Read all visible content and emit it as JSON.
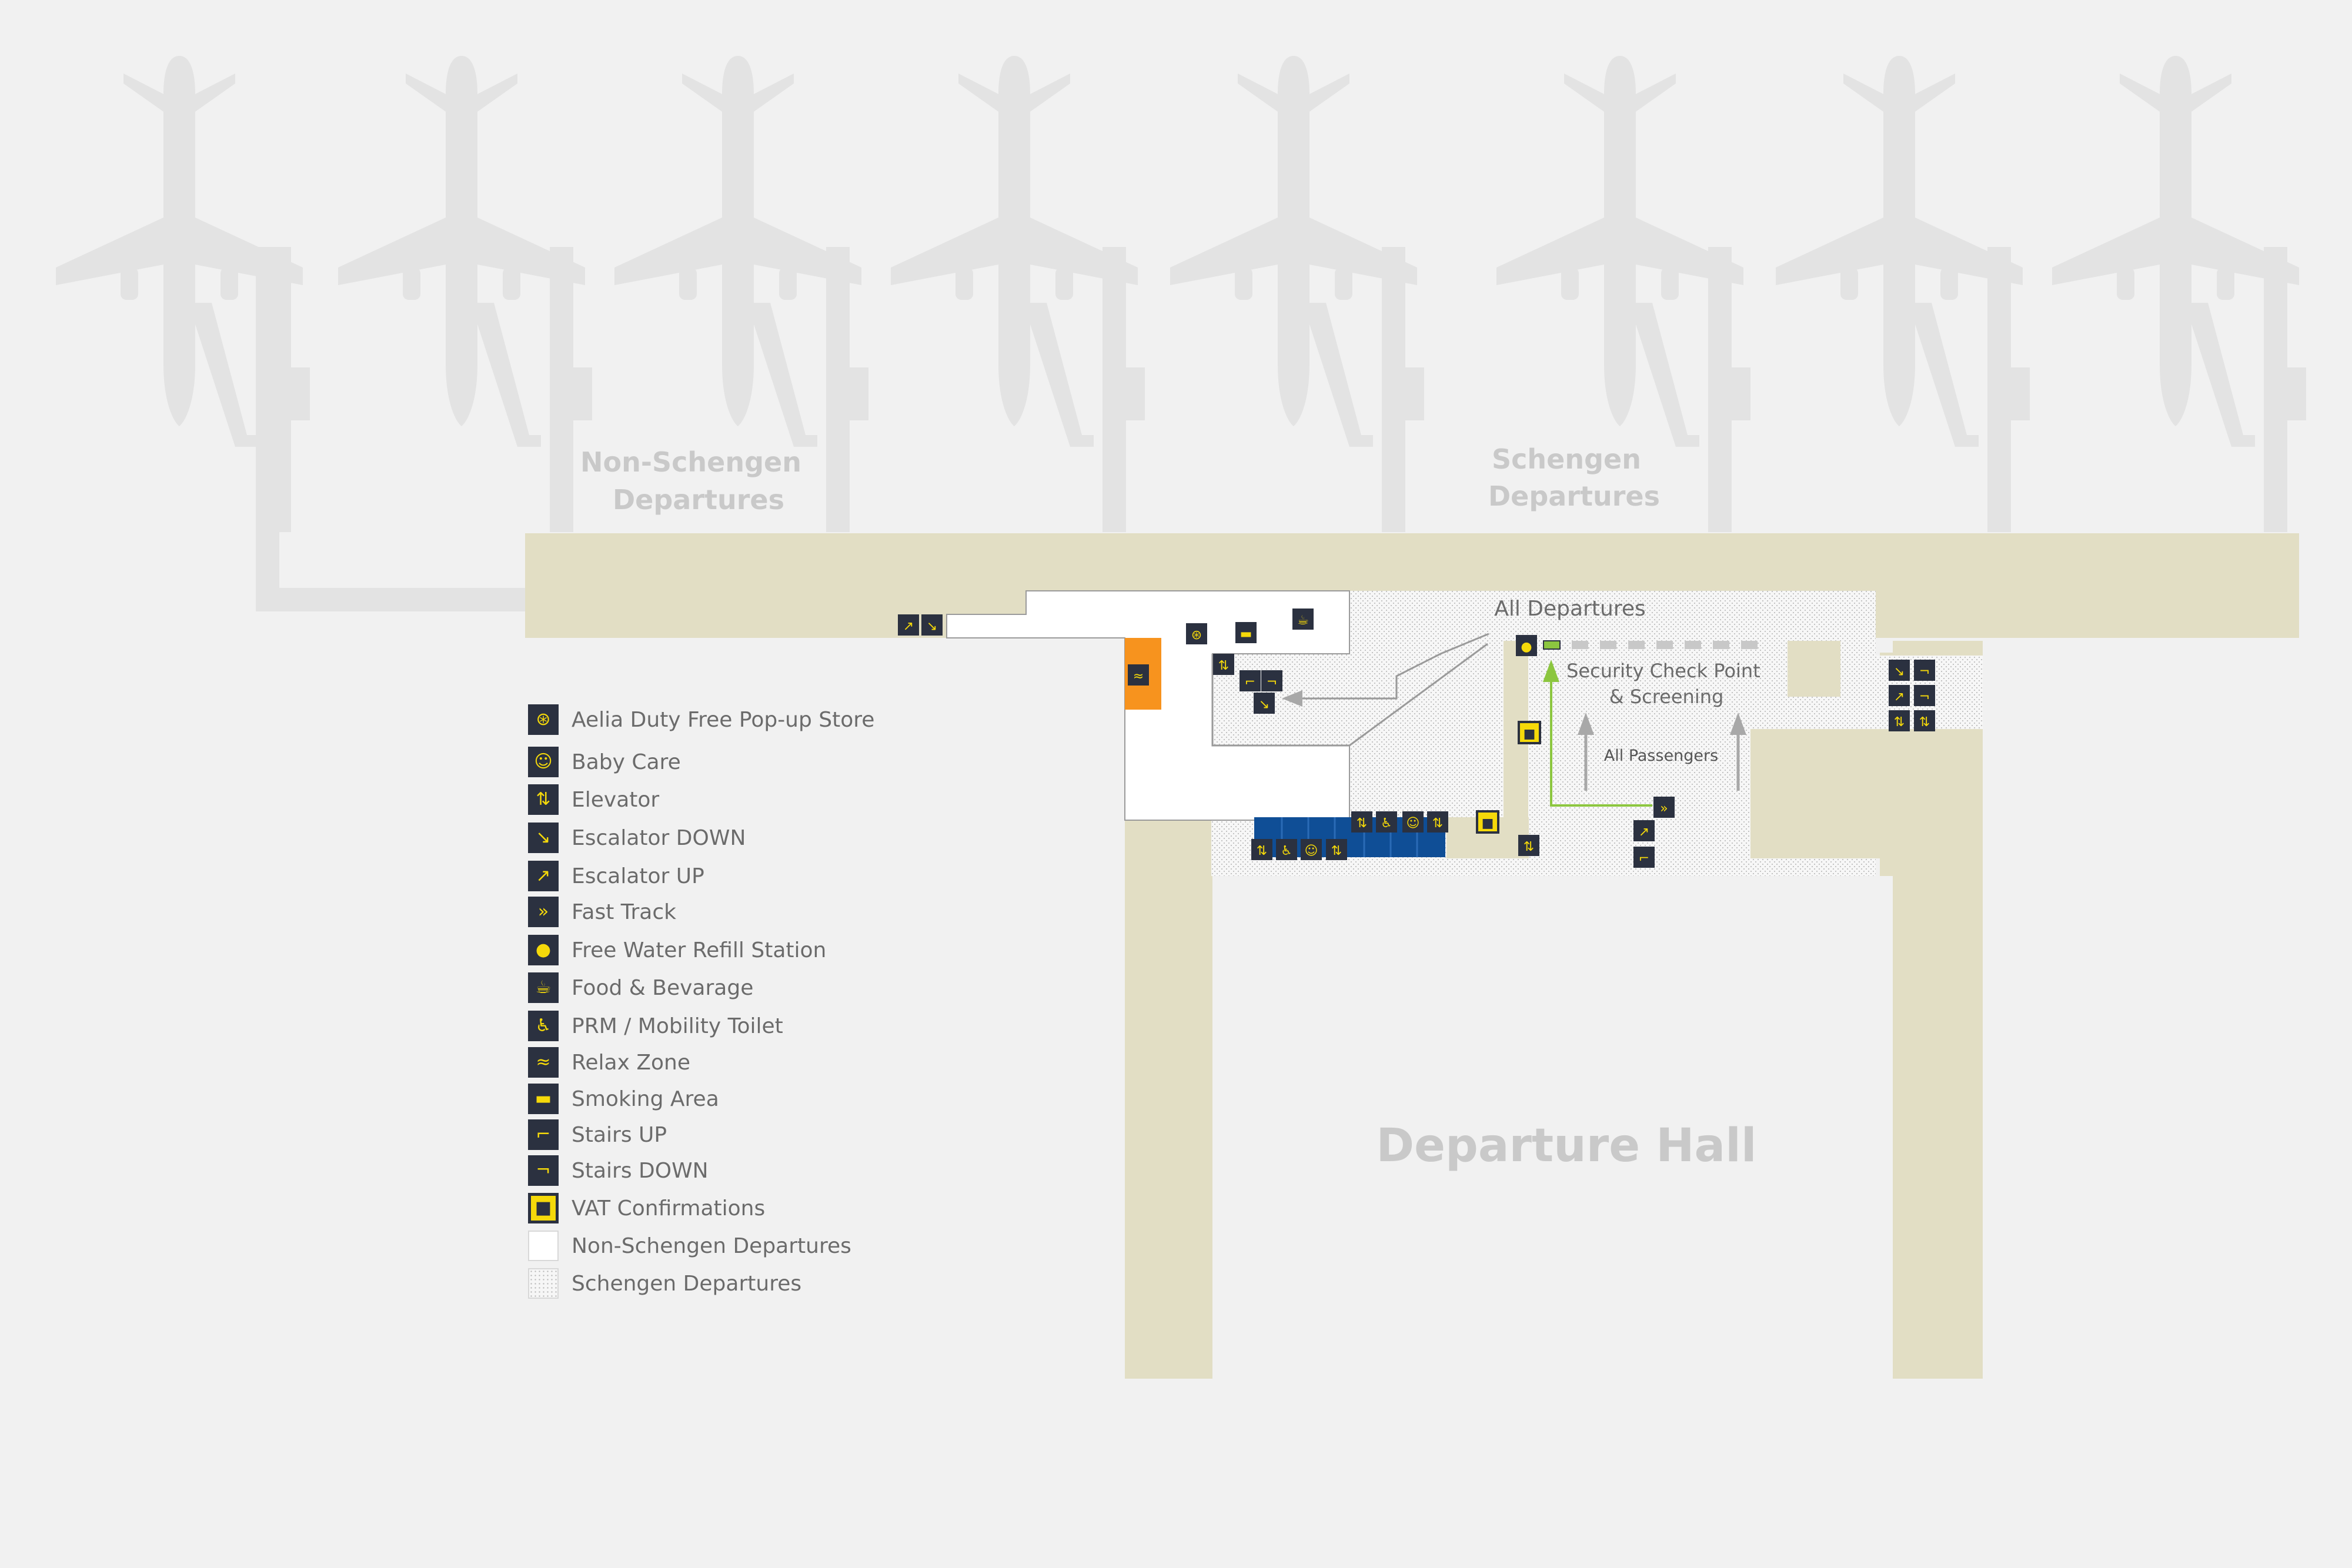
{
  "zones": {
    "non_schengen": "Non-Schengen\nDepartures",
    "schengen": "Schengen\nDepartures",
    "all_departures": "All Departures",
    "security": "Security Check Point\n& Screening",
    "all_passengers": "All Passengers",
    "departure_hall": "Departure Hall"
  },
  "legend": [
    {
      "icon": "duty-free-icon",
      "glyph": "⊛",
      "label": "Aelia Duty Free Pop-up Store"
    },
    {
      "icon": "baby-care-icon",
      "glyph": "☺",
      "label": "Baby Care"
    },
    {
      "icon": "elevator-icon",
      "glyph": "⇅",
      "label": "Elevator"
    },
    {
      "icon": "escalator-down-icon",
      "glyph": "↘",
      "label": "Escalator DOWN"
    },
    {
      "icon": "escalator-up-icon",
      "glyph": "↗",
      "label": "Escalator UP"
    },
    {
      "icon": "fast-track-icon",
      "glyph": "»",
      "label": "Fast Track"
    },
    {
      "icon": "water-refill-icon",
      "glyph": "●",
      "label": "Free Water Refill Station"
    },
    {
      "icon": "food-beverage-icon",
      "glyph": "☕",
      "label": "Food & Bevarage"
    },
    {
      "icon": "prm-toilet-icon",
      "glyph": "♿",
      "label": "PRM / Mobility Toilet"
    },
    {
      "icon": "relax-zone-icon",
      "glyph": "≈",
      "label": "Relax Zone"
    },
    {
      "icon": "smoking-area-icon",
      "glyph": "▬",
      "label": "Smoking Area"
    },
    {
      "icon": "stairs-up-icon",
      "glyph": "⌐",
      "label": "Stairs UP"
    },
    {
      "icon": "stairs-down-icon",
      "glyph": "¬",
      "label": "Stairs DOWN"
    },
    {
      "icon": "vat-icon",
      "glyph": "■",
      "label": "VAT Confirmations"
    },
    {
      "icon": "non-schengen-swatch",
      "glyph": "",
      "label": "Non-Schengen Departures"
    },
    {
      "icon": "schengen-swatch",
      "glyph": "",
      "label": "Schengen Departures"
    }
  ],
  "colors": {
    "background": "#f1f1f1",
    "concourse": "#e2dec4",
    "aircraft": "#e4e4e4",
    "icon_bg": "#2b3140",
    "icon_fg": "#f5d90a",
    "relax_zone": "#f7931e",
    "toilets_block": "#0f4e96",
    "fast_track": "#8cc63f",
    "label_text": "#6b6b6b",
    "zone_label": "#c9c9c9"
  }
}
